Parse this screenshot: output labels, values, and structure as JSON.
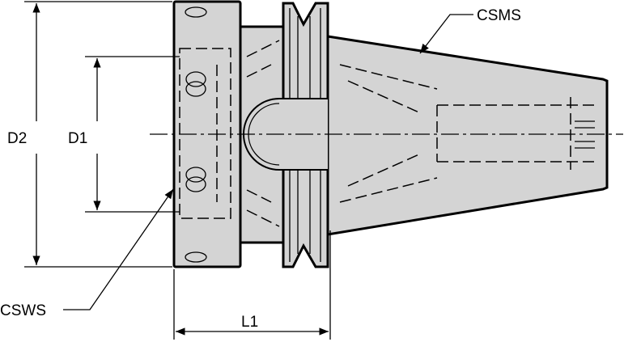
{
  "labels": {
    "d2": "D2",
    "d1": "D1",
    "l1": "L1",
    "csms": "CSMS",
    "csws": "CSWS"
  },
  "colors": {
    "part_fill": "#d4d4d4",
    "line": "#000000"
  }
}
